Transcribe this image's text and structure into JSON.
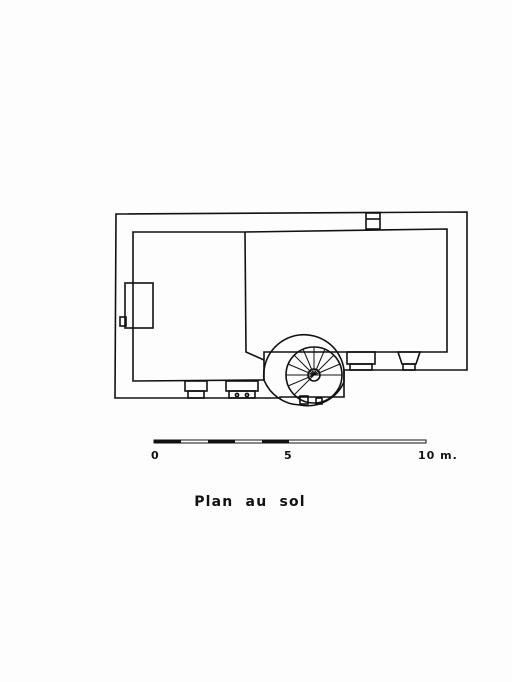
{
  "caption": "Plan au sol",
  "scale": {
    "labels": [
      "0",
      "5",
      "10 m."
    ]
  },
  "colors": {
    "ink": "#111111",
    "paper": "#fdfdfd"
  }
}
